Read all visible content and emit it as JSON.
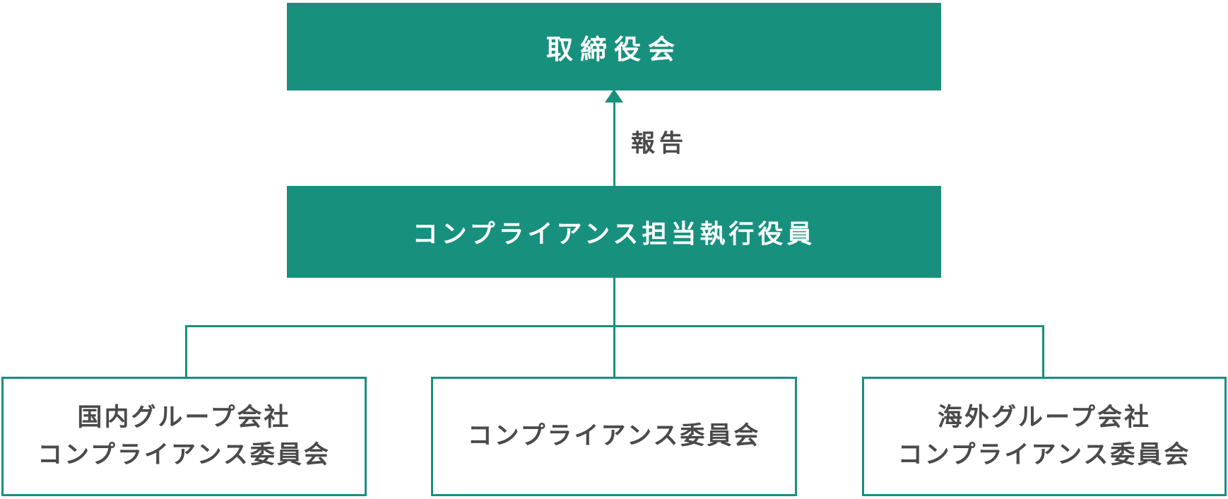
{
  "org_chart": {
    "type": "org-hierarchy-diagram",
    "colors": {
      "accent_teal": "#17907e",
      "text_on_teal": "#ffffff",
      "text_dark": "#4a4a4a",
      "background": "#ffffff"
    },
    "nodes": {
      "board": {
        "label": "取締役会"
      },
      "officer": {
        "label": "コンプライアンス担当執行役員"
      },
      "domestic_committee": {
        "line1": "国内グループ会社",
        "line2": "コンプライアンス委員会"
      },
      "central_committee": {
        "label": "コンプライアンス委員会"
      },
      "overseas_committee": {
        "line1": "海外グループ会社",
        "line2": "コンプライアンス委員会"
      }
    },
    "report_arrow": {
      "label": "報告",
      "direction": "up",
      "from": "officer",
      "to": "board"
    },
    "edges": [
      {
        "from": "officer",
        "to": "board",
        "style": "arrow-up",
        "label": "報告"
      },
      {
        "from": "officer",
        "to": "domestic_committee",
        "style": "elbow"
      },
      {
        "from": "officer",
        "to": "central_committee",
        "style": "straight"
      },
      {
        "from": "officer",
        "to": "overseas_committee",
        "style": "elbow"
      }
    ]
  }
}
